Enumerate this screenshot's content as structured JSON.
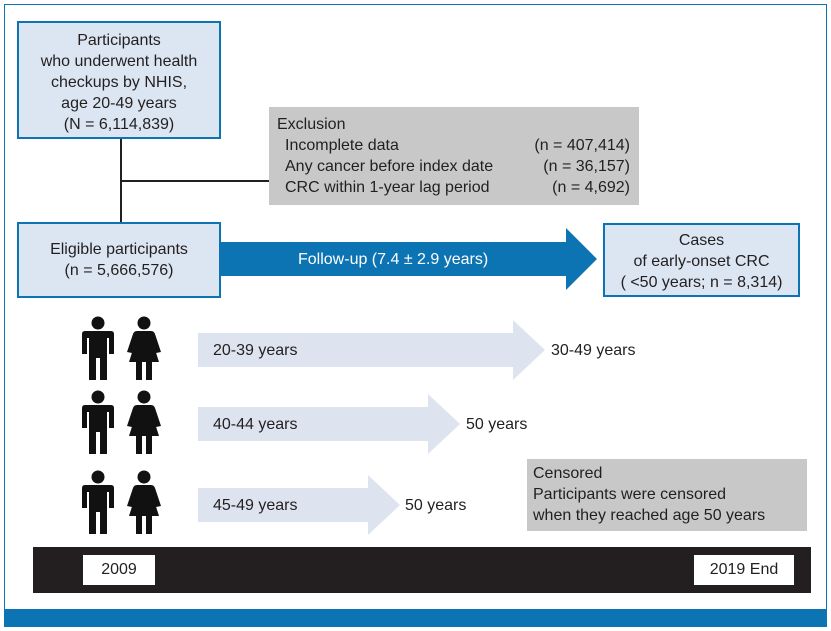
{
  "participants_box": {
    "lines": [
      "Participants",
      "who underwent health",
      "checkups by NHIS,",
      "age 20-49 years",
      "(N = 6,114,839)"
    ]
  },
  "exclusion_box": {
    "title": "Exclusion",
    "rows": [
      {
        "label": "Incomplete data",
        "value": "(n = 407,414)"
      },
      {
        "label": "Any cancer before index date",
        "value": "(n = 36,157)"
      },
      {
        "label": "CRC within 1-year lag period",
        "value": "(n = 4,692)"
      }
    ]
  },
  "eligible_box": {
    "lines": [
      "Eligible participants",
      "(n = 5,666,576)"
    ]
  },
  "followup_arrow": {
    "label": "Follow-up (7.4 ± 2.9 years)"
  },
  "cases_box": {
    "lines": [
      "Cases",
      "of early-onset CRC",
      "( <50 years; n = 8,314)"
    ]
  },
  "age_groups": [
    {
      "start": "20-39 years",
      "end": "30-49 years"
    },
    {
      "start": "40-44 years",
      "end": "50 years"
    },
    {
      "start": "45-49 years",
      "end": "50 years"
    }
  ],
  "censored_box": {
    "lines": [
      "Censored",
      "Participants were censored",
      "when they reached age 50 years"
    ]
  },
  "timeline": {
    "start": "2009",
    "end": "2019 End"
  },
  "colors": {
    "accent_blue": "#0d74b3",
    "light_blue_box": "#dce6f2",
    "gray_box": "#c8c8c8",
    "age_arrow": "#dde4ef",
    "dark": "#231f20"
  },
  "icons": [
    "male-figure-icon",
    "female-figure-icon"
  ]
}
